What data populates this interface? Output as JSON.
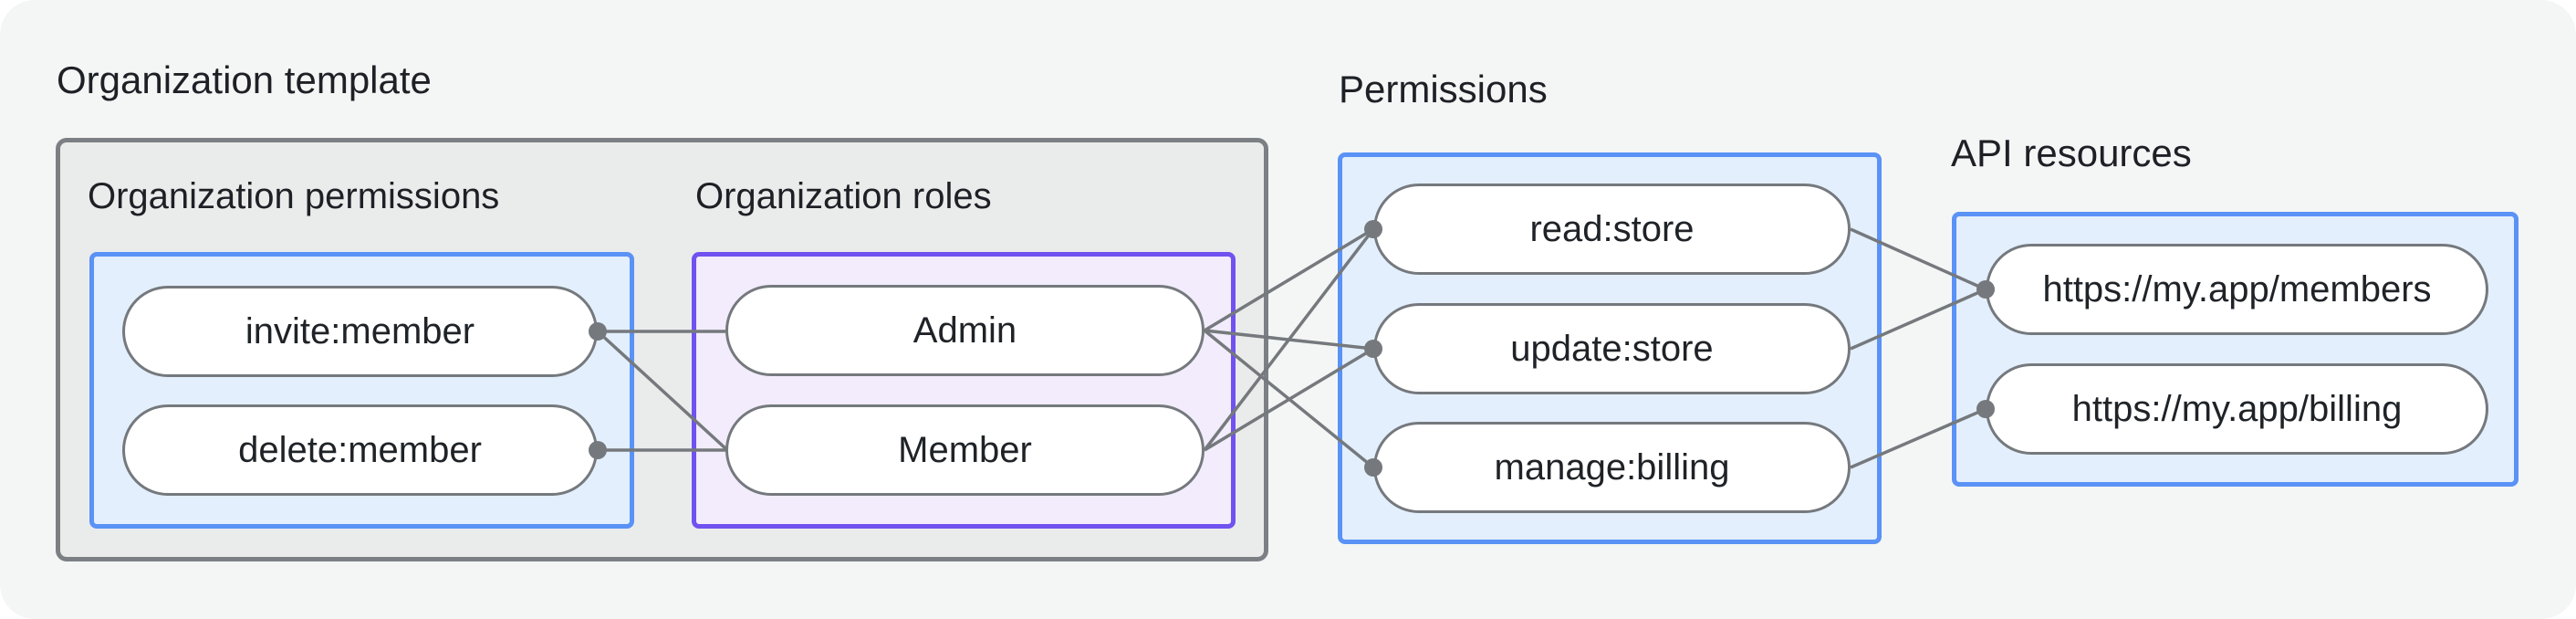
{
  "labels": {
    "organization_template": "Organization template",
    "permissions": "Permissions",
    "api_resources": "API resources",
    "organization_permissions": "Organization permissions",
    "organization_roles": "Organization roles"
  },
  "nodes": {
    "org_permissions": [
      "invite:member",
      "delete:member"
    ],
    "org_roles": [
      "Admin",
      "Member"
    ],
    "permissions": [
      "read:store",
      "update:store",
      "manage:billing"
    ],
    "api_resources": [
      "https://my.app/members",
      "https://my.app/billing"
    ]
  },
  "connections": [
    {
      "from": "invite:member",
      "to": "Admin"
    },
    {
      "from": "invite:member",
      "to": "Member"
    },
    {
      "from": "delete:member",
      "to": "Member"
    },
    {
      "from": "Admin",
      "to": "read:store"
    },
    {
      "from": "Admin",
      "to": "update:store"
    },
    {
      "from": "Admin",
      "to": "manage:billing"
    },
    {
      "from": "Member",
      "to": "read:store"
    },
    {
      "from": "Member",
      "to": "update:store"
    },
    {
      "from": "read:store",
      "to": "https://my.app/members"
    },
    {
      "from": "update:store",
      "to": "https://my.app/members"
    },
    {
      "from": "manage:billing",
      "to": "https://my.app/billing"
    }
  ],
  "colors": {
    "page_background": "#f4f6f5",
    "gray_container_fill": "#eaeceb",
    "gray_container_border": "#7c8084",
    "blue_box_fill": "#e3effd",
    "blue_box_border": "#5a92f6",
    "purple_box_fill": "#f2ecfc",
    "purple_box_border": "#7052f0",
    "pill_border": "#75797d",
    "edge_color": "#75797d",
    "text_color": "#1d2025"
  }
}
